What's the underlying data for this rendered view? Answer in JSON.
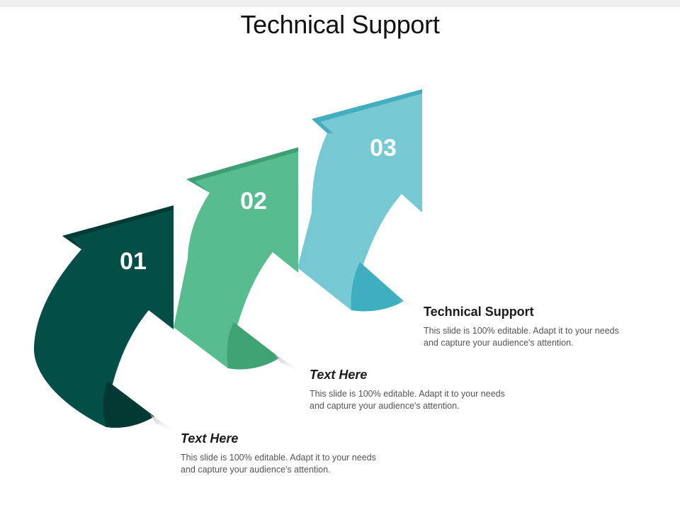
{
  "slide": {
    "title": "Technical Support"
  },
  "colors": {
    "step1": "#034f47",
    "step2": "#58bc91",
    "step3": "#76c9d2"
  },
  "steps": [
    {
      "number": "01",
      "heading": "Text Here",
      "body_line1": "This slide is 100% editable. Adapt it to your needs",
      "body_line2": "and capture your audience's attention."
    },
    {
      "number": "02",
      "heading": "Text Here",
      "body_line1": "This slide is 100% editable. Adapt it to your needs",
      "body_line2": "and capture your audience's attention."
    },
    {
      "number": "03",
      "heading": "Technical Support",
      "body_line1": "This slide is 100% editable. Adapt it to your needs",
      "body_line2": "and capture your audience's attention."
    }
  ]
}
